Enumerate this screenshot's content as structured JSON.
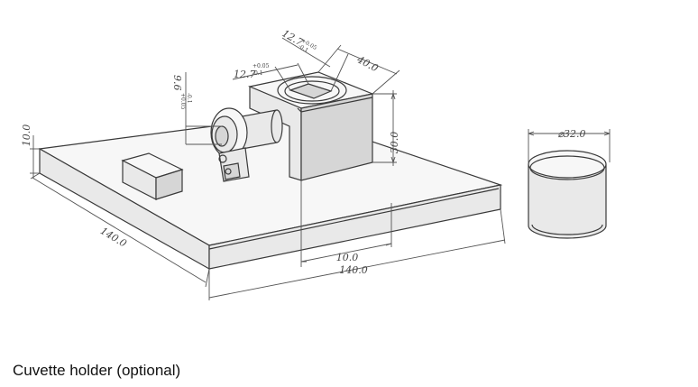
{
  "caption": "Cuvette holder (optional)",
  "dimensions": {
    "base_height": "10.0",
    "base_depth": "140.0",
    "base_width": "140.0",
    "block_offset": "10.0",
    "block_height": "30.0",
    "block_width": "40.0",
    "cavity_a": "12.7",
    "cavity_a_tol_top": "+0.05",
    "cavity_a_tol_bottom": "-0.1",
    "cavity_b": "12.7",
    "cavity_b_tol_top": "+0.05",
    "cavity_b_tol_bottom": "-0.1",
    "port_diameter": "9.6",
    "port_tol_top": "+0.05",
    "port_tol_bottom": "-0.1",
    "cap_diameter": "⌀32.0"
  }
}
